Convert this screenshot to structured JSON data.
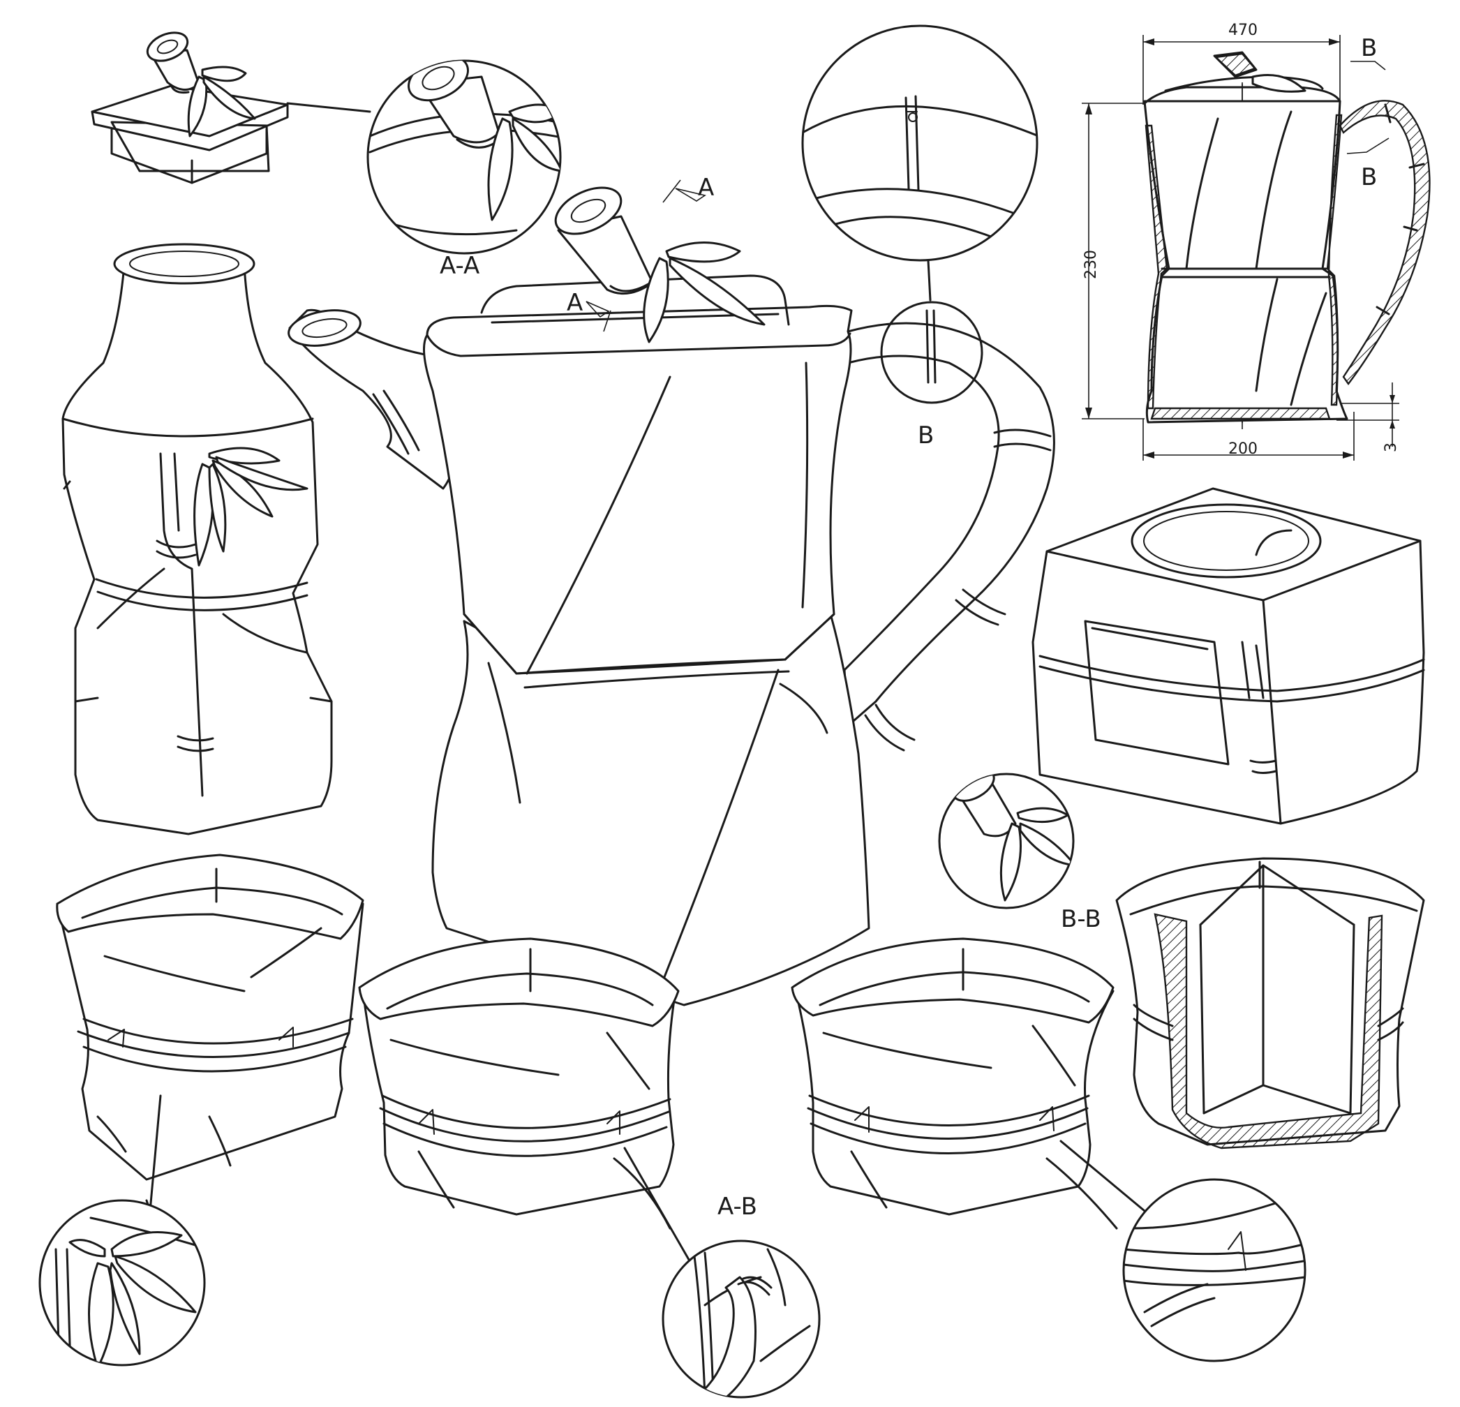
{
  "labels": {
    "section_aa": "A-A",
    "cut_a_upper": "A",
    "cut_a_lower": "A",
    "detail_b": "B",
    "section_bb": "B-B",
    "section_ab": "A-B",
    "cut_b_upper": "B",
    "cut_b_lower": "B"
  },
  "dimensions": {
    "width_top": "470",
    "height": "230",
    "width_bottom": "200",
    "base_thickness": "3"
  },
  "colors": {
    "stroke": "#1a1a1a",
    "background": "#ffffff"
  }
}
